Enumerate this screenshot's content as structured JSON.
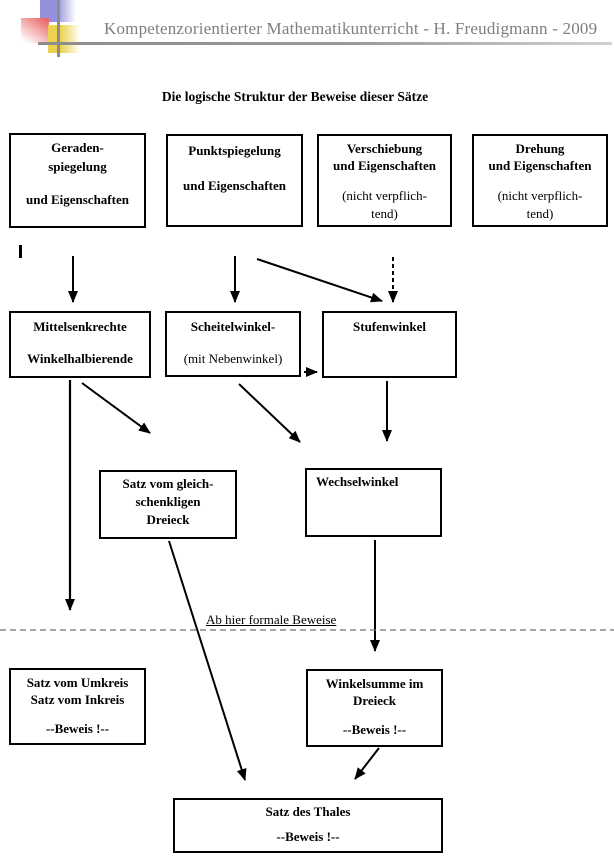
{
  "header": {
    "title": "Kompetenzorientierter Mathematikunterricht - H. Freudigmann - 2009"
  },
  "diagram": {
    "title": "Die logische Struktur der Beweise dieser Sätze",
    "separator_label": "Ab hier formale Beweise"
  },
  "nodes": {
    "geraden": {
      "l1": "Geraden-",
      "l2": "spiegelung",
      "l3": "und Eigenschaften"
    },
    "punkt": {
      "l1": "Punktspiegelung",
      "l2": "und Eigenschaften"
    },
    "verschiebung": {
      "l1": "Verschiebung",
      "l2": "und Eigenschaften",
      "note1": "(nicht verpflich-",
      "note2": "tend)"
    },
    "drehung": {
      "l1": "Drehung",
      "l2": "und Eigenschaften",
      "note1": "(nicht verpflich-",
      "note2": "tend)"
    },
    "mittelsenkrechte": {
      "l1": "Mittelsenkrechte",
      "l2": "Winkelhalbierende"
    },
    "scheitelwinkel": {
      "l1": "Scheitelwinkel-",
      "note1": "(mit Nebenwinkel)"
    },
    "stufenwinkel": {
      "l1": "Stufenwinkel"
    },
    "gleichschenklig": {
      "l1": "Satz vom gleich-",
      "l2": "schenkligen",
      "l3": "Dreieck"
    },
    "wechselwinkel": {
      "l1": "Wechselwinkel"
    },
    "umkreis": {
      "l1": "Satz vom Umkreis",
      "l2": "Satz vom Inkreis",
      "beweis": "--Beweis !--"
    },
    "winkelsumme": {
      "l1": "Winkelsumme im",
      "l2": "Dreieck",
      "beweis": "--Beweis !--"
    },
    "thales": {
      "l1": "Satz des Thales",
      "beweis": "--Beweis !--"
    }
  },
  "edges": [
    {
      "from": "geraden",
      "to": "mittelsenkrechte",
      "style": "solid"
    },
    {
      "from": "punkt",
      "to": "scheitelwinkel",
      "style": "solid"
    },
    {
      "from": "punkt",
      "to": "stufenwinkel",
      "style": "solid"
    },
    {
      "from": "verschiebung",
      "to": "stufenwinkel",
      "style": "dashed"
    },
    {
      "from": "scheitelwinkel",
      "to": "stufenwinkel",
      "style": "solid"
    },
    {
      "from": "mittelsenkrechte",
      "to": "umkreis",
      "style": "solid"
    },
    {
      "from": "mittelsenkrechte",
      "to": "gleichschenklig",
      "style": "solid"
    },
    {
      "from": "scheitelwinkel",
      "to": "wechselwinkel",
      "style": "solid"
    },
    {
      "from": "stufenwinkel",
      "to": "wechselwinkel",
      "style": "solid"
    },
    {
      "from": "gleichschenklig",
      "to": "thales",
      "style": "solid"
    },
    {
      "from": "wechselwinkel",
      "to": "winkelsumme",
      "style": "solid"
    },
    {
      "from": "winkelsumme",
      "to": "thales",
      "style": "solid"
    }
  ],
  "colors": {
    "accent_purple": "#9390dc",
    "accent_red": "#e96868",
    "accent_yellow": "#ecd24f",
    "rule_gray": "#8c8c8c"
  }
}
